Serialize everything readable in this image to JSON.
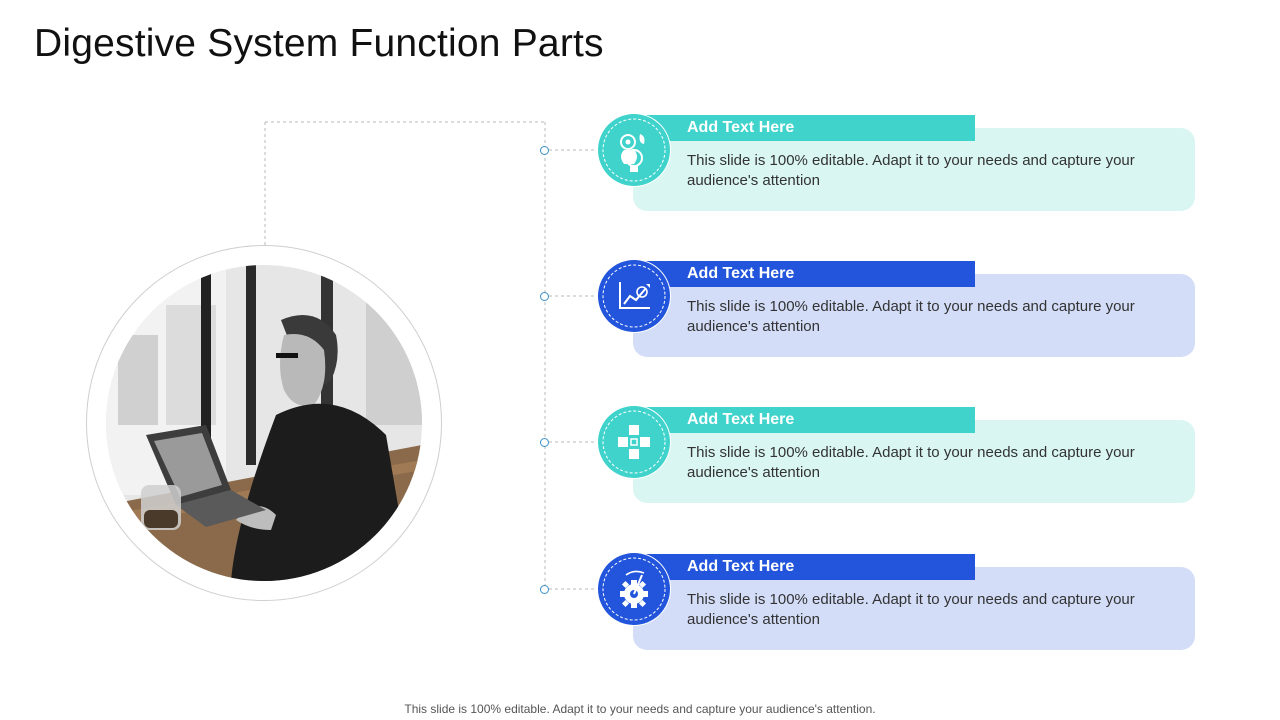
{
  "title": "Digestive System Function Parts",
  "items": [
    {
      "heading": "Add Text Here",
      "text": "This slide is 100% editable. Adapt it to your needs and capture your audience's attention",
      "icon": "lightbulb-gear-icon",
      "color": "#3fd3cc"
    },
    {
      "heading": "Add Text Here",
      "text": "This slide is 100% editable. Adapt it to your needs and capture your audience's attention",
      "icon": "growth-chart-icon",
      "color": "#2255db"
    },
    {
      "heading": "Add Text Here",
      "text": "This slide is 100% editable. Adapt it to your needs and capture your audience's attention",
      "icon": "cubes-icon",
      "color": "#3fd3cc"
    },
    {
      "heading": "Add Text Here",
      "text": "This slide is 100% editable. Adapt it to your needs and capture your audience's attention",
      "icon": "gear-dial-icon",
      "color": "#2255db"
    }
  ],
  "footer": "This slide is 100% editable. Adapt it to your needs and capture your audience's attention.",
  "colors": {
    "teal": "#3fd3cc",
    "blue": "#2255db",
    "teal_light": "#d9f6f3",
    "blue_light": "#d3ddf8"
  }
}
